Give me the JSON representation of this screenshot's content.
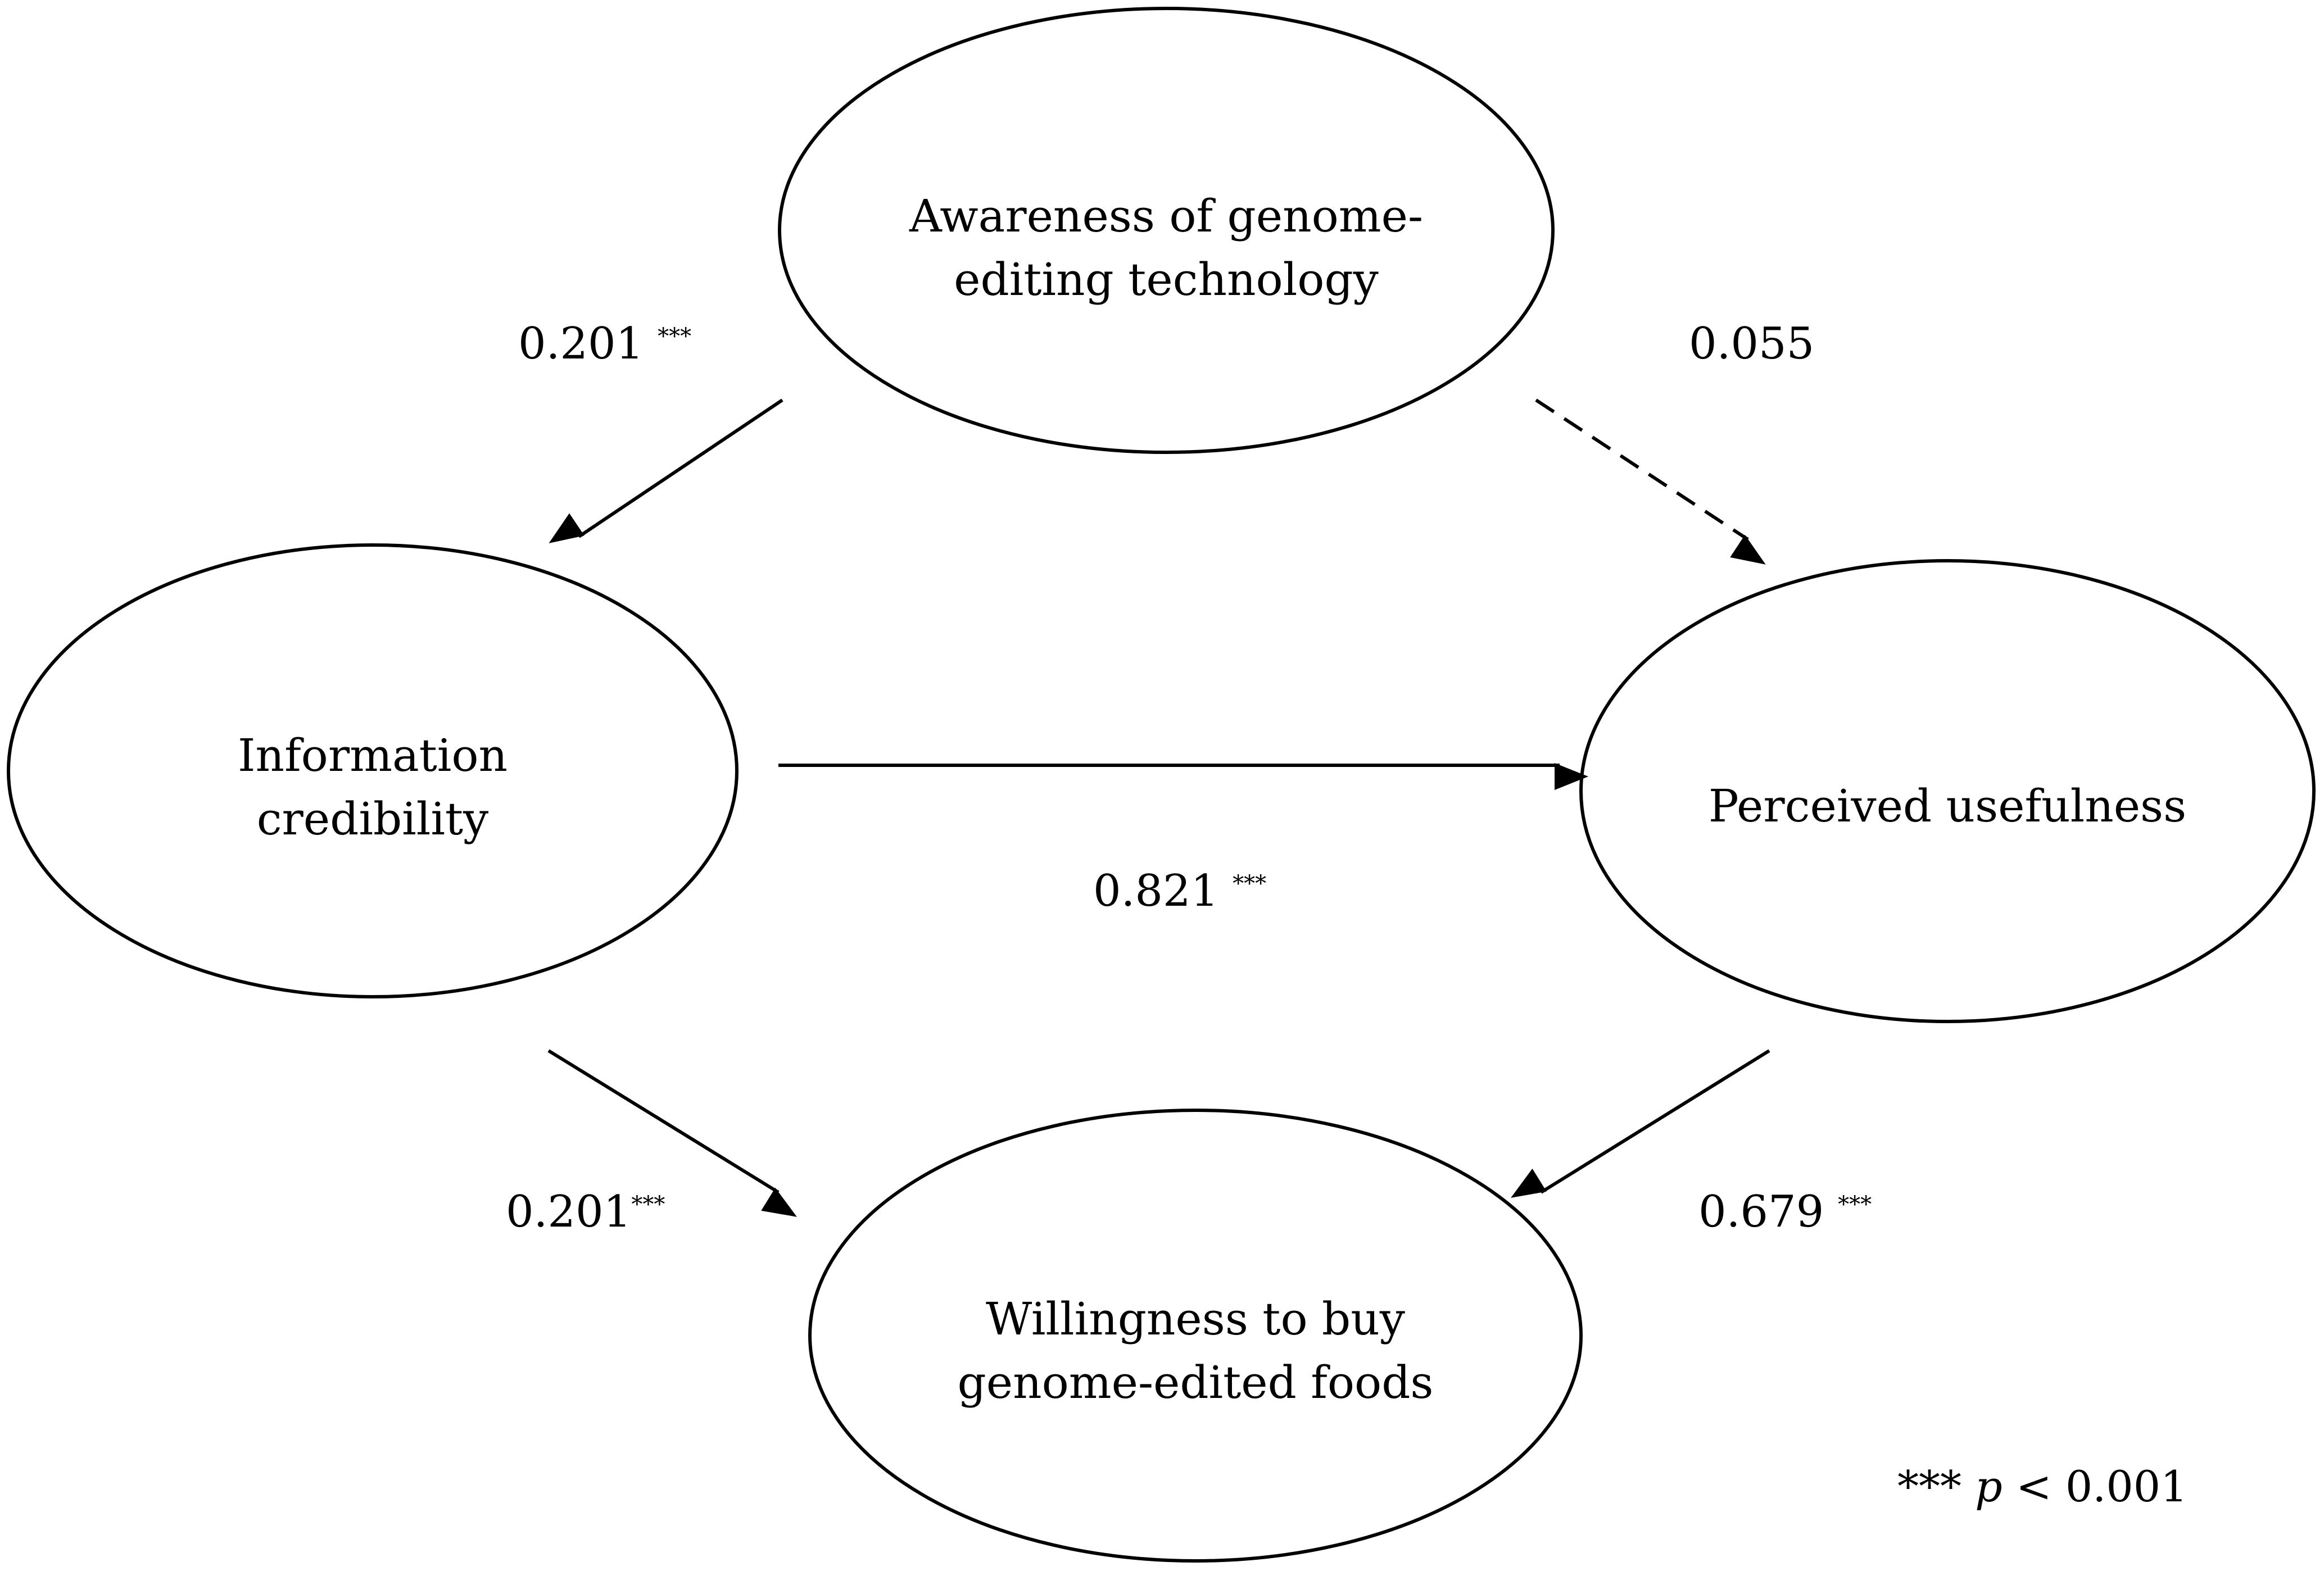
{
  "nodes": {
    "awareness": {
      "line1": "Awareness of genome-",
      "line2": "editing technology"
    },
    "credibility": {
      "line1": "Information",
      "line2": "credibility"
    },
    "usefulness": {
      "line1": "Perceived usefulness"
    },
    "willingness": {
      "line1": "Willingness to buy",
      "line2": "genome-edited foods"
    }
  },
  "edges": [
    {
      "from": "Awareness of genome-editing technology",
      "to": "Information credibility",
      "coefficient": "0.201",
      "significance": "***",
      "style": "solid"
    },
    {
      "from": "Awareness of genome-editing technology",
      "to": "Perceived usefulness",
      "coefficient": "0.055",
      "significance": "",
      "style": "dashed"
    },
    {
      "from": "Information credibility",
      "to": "Perceived usefulness",
      "coefficient": "0.821",
      "significance": "***",
      "style": "solid"
    },
    {
      "from": "Information credibility",
      "to": "Willingness to buy genome-edited foods",
      "coefficient": "0.201",
      "significance": "***",
      "style": "solid"
    },
    {
      "from": "Perceived usefulness",
      "to": "Willingness to buy genome-edited foods",
      "coefficient": "0.679",
      "significance": "***",
      "style": "solid"
    }
  ],
  "note": {
    "stars": "***",
    "p": "p",
    "rest": " < 0.001"
  }
}
